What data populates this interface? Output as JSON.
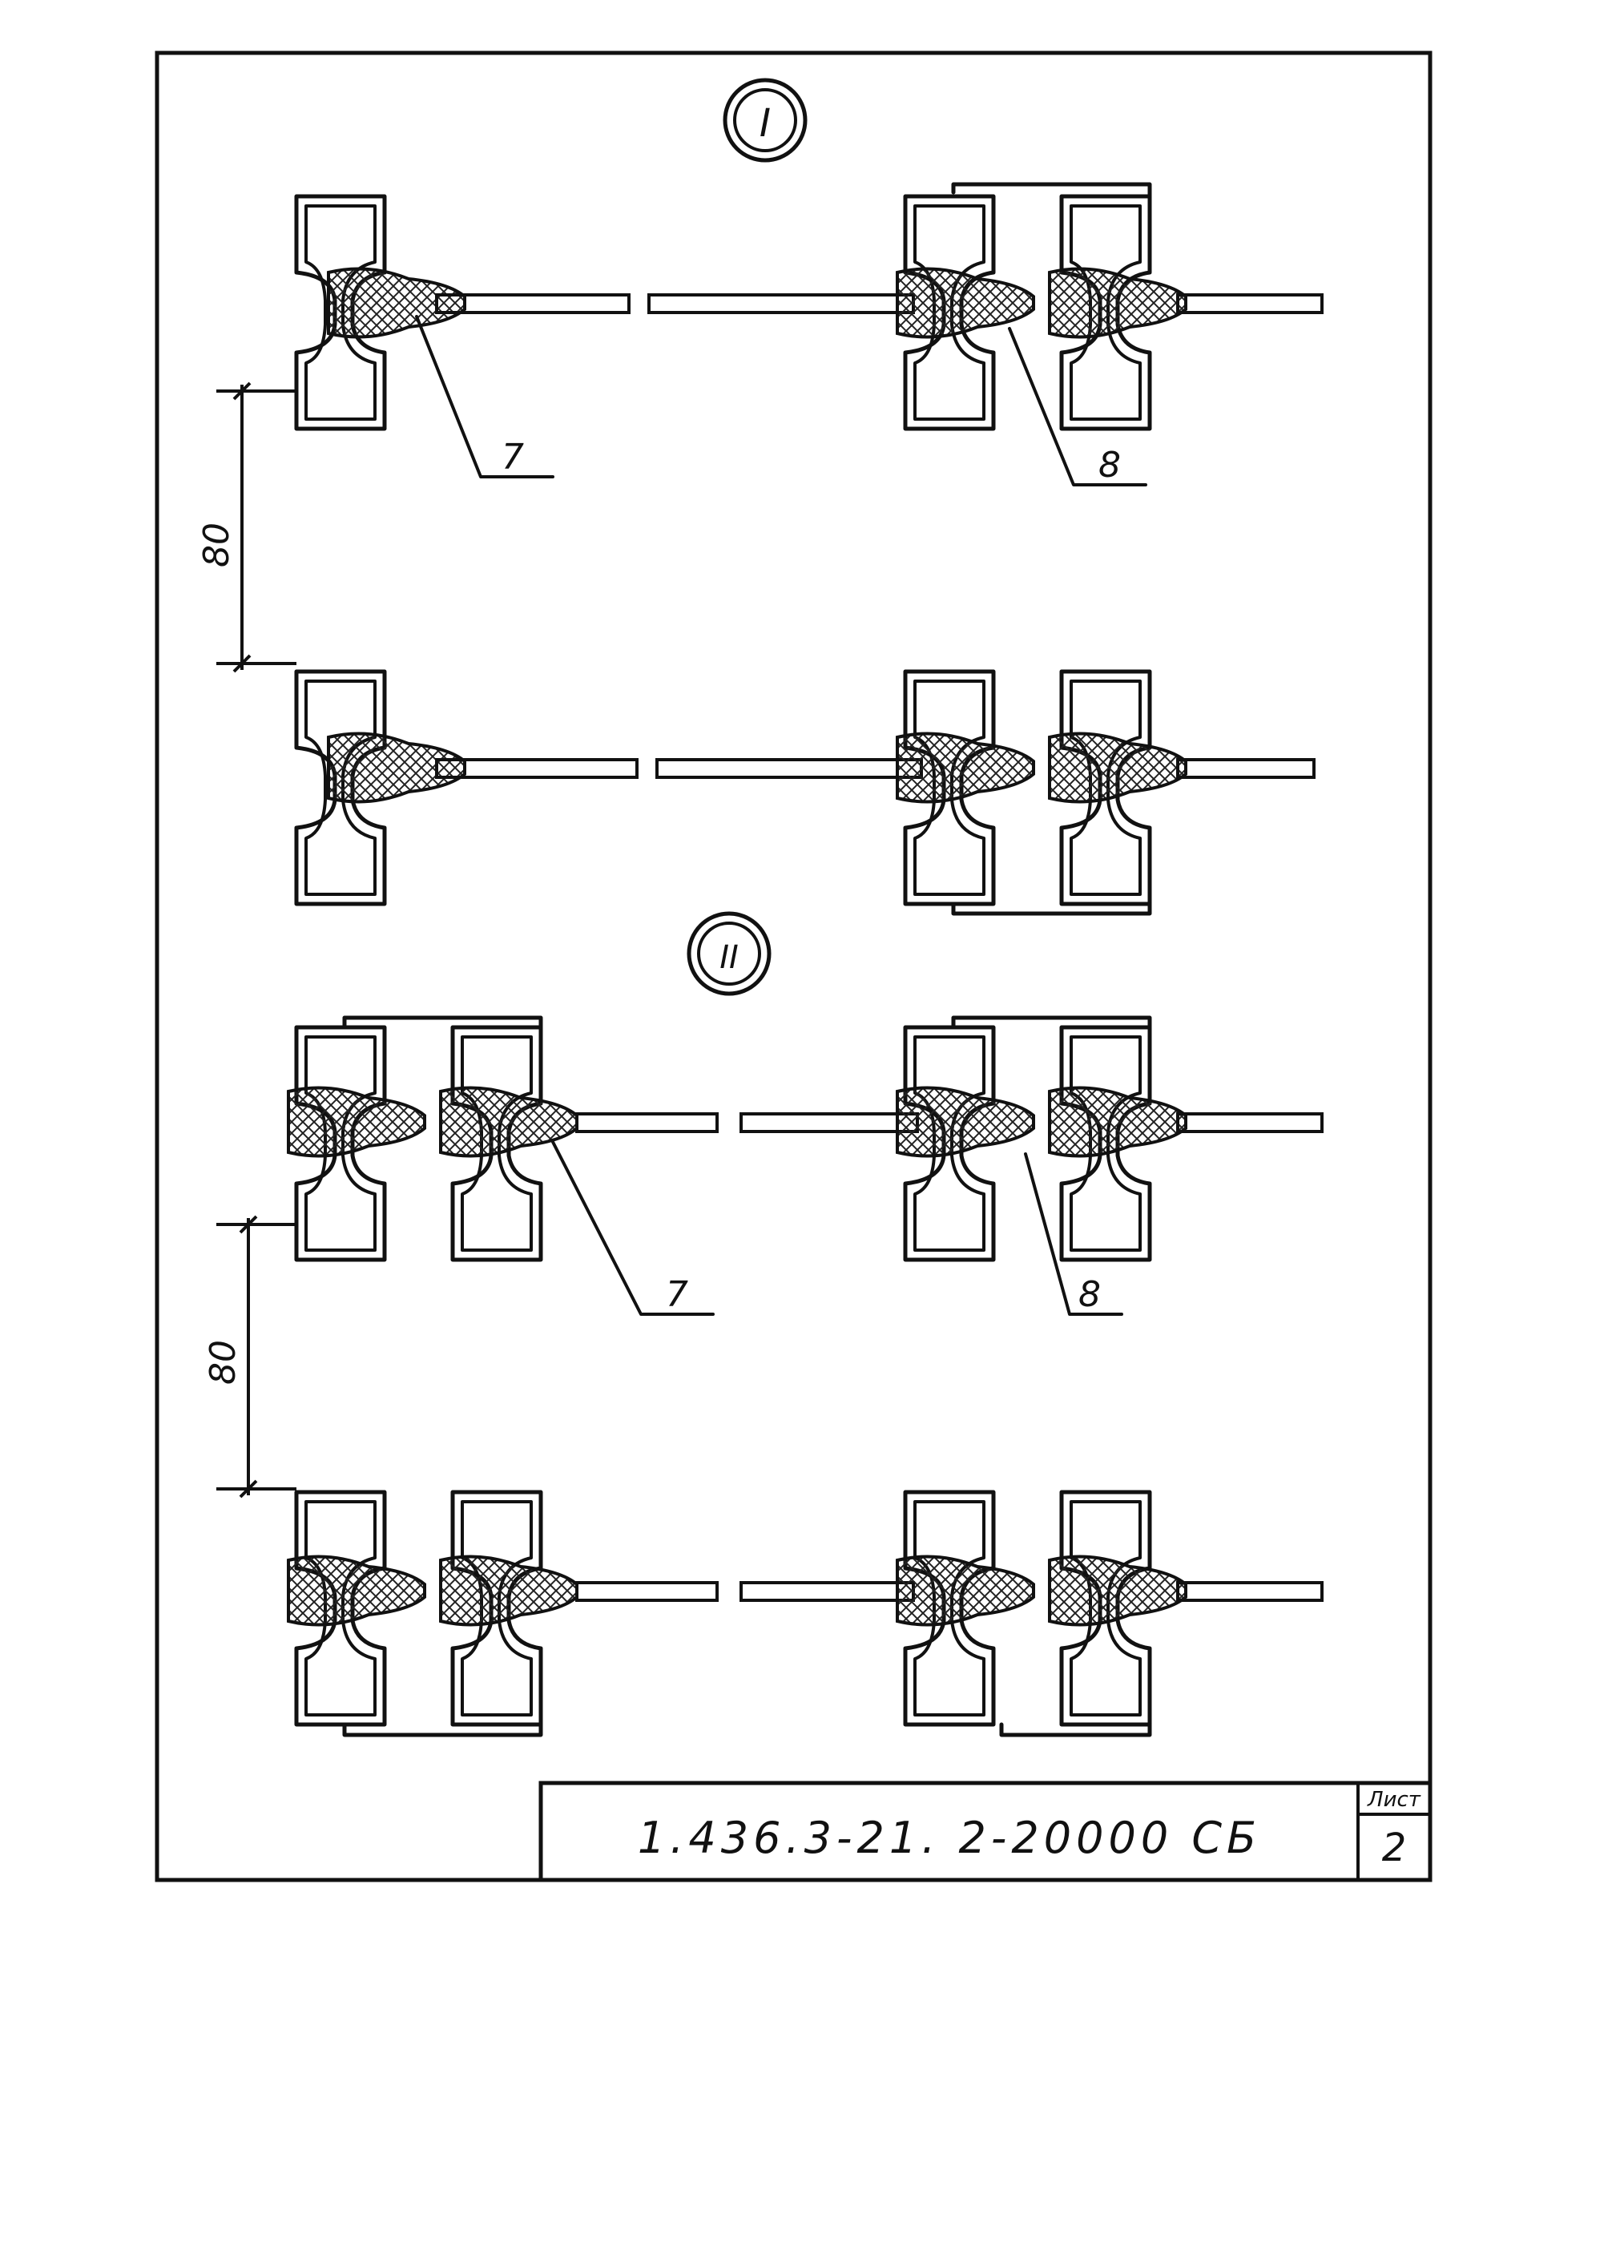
{
  "drawing": {
    "views": [
      {
        "id": "I",
        "marker": "I",
        "callouts": [
          "7",
          "8"
        ],
        "dimension": "80"
      },
      {
        "id": "II",
        "marker": "II",
        "callouts": [
          "7",
          "8"
        ],
        "dimension": "80"
      }
    ]
  },
  "title_block": {
    "code": "1.436.3-21. 2-20000 СБ",
    "sheet_label": "Лист",
    "sheet_number": "2"
  },
  "colors": {
    "ink": "#111111",
    "paper": "#ffffff",
    "hatch": "#222222"
  }
}
